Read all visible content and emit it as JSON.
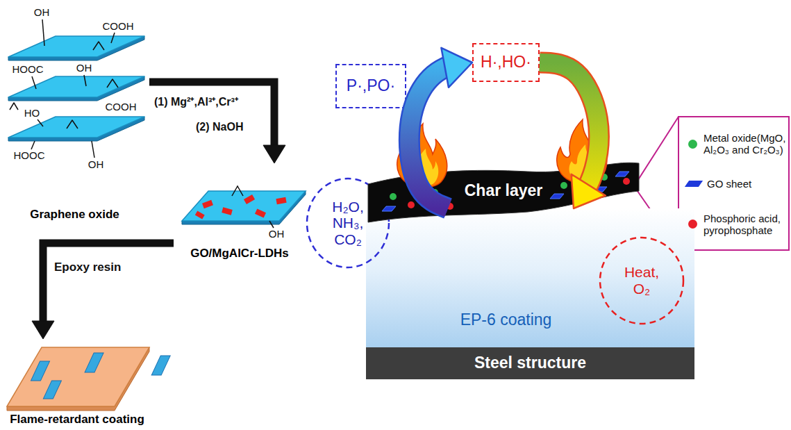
{
  "diagram": {
    "nodes": [
      {
        "text": [
          "Graphene oxide"
        ]
      },
      {
        "text": [
          "GO/MgAlCr-LDHs"
        ]
      },
      {
        "text": [
          "Flame-retardant coating"
        ]
      },
      {
        "text": [
          "P·,PO·"
        ]
      },
      {
        "text": [
          "H·,HO·"
        ]
      },
      {
        "text": [
          "H₂O, NH₃, CO₂"
        ]
      },
      {
        "text": [
          "Char layer"
        ]
      },
      {
        "text": [
          "Heat, O₂"
        ]
      },
      {
        "text": [
          "EP-6 coating"
        ]
      },
      {
        "text": [
          "Steel structure"
        ]
      }
    ],
    "edges": [
      {
        "from": 0,
        "to": 1,
        "arrow": "to"
      },
      {
        "from": 1,
        "to": 2,
        "label": "Epoxy resin",
        "arrow": "to"
      },
      {
        "from": 8,
        "to": 4,
        "arrow": "to"
      },
      {
        "from": 4,
        "to": 8,
        "arrow": "to"
      }
    ],
    "labels": [
      "OH",
      "COOH",
      "HOOC",
      "OH",
      "HO",
      "COOH",
      "HOOC",
      "OH",
      "OH",
      "(1) Mg²⁺,Al³⁺,Cr³⁺",
      "(2) NaOH"
    ],
    "legend": [
      {
        "text": "Metal oxide(MgO, Al₂O₃ and Cr₂O₃)",
        "color": "#2db84d"
      },
      {
        "text": "GO sheet",
        "color": "#1f3adb"
      },
      {
        "text": "Phosphoric acid, pyrophosphate",
        "color": "#e8202a"
      }
    ]
  }
}
